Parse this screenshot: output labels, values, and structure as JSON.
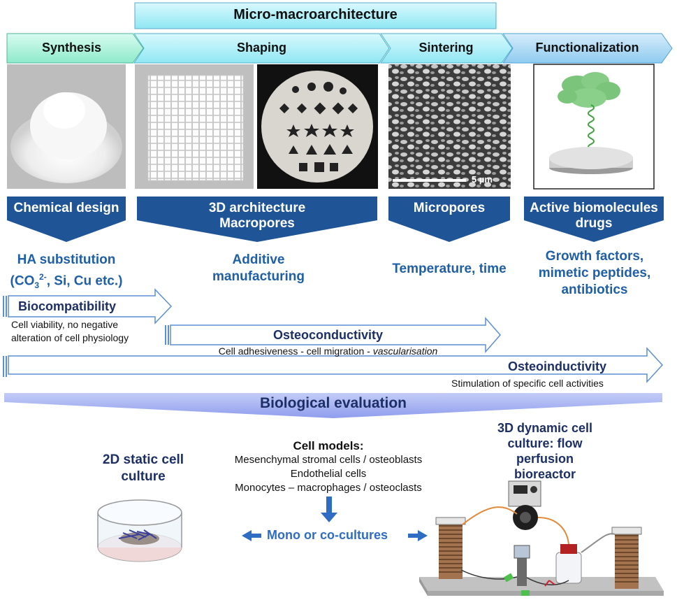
{
  "header": {
    "title": "Micro-macroarchitecture"
  },
  "stages": {
    "synthesis": "Synthesis",
    "shaping": "Shaping",
    "sintering": "Sintering",
    "functionalization": "Functionalization"
  },
  "scale_bar": "5 µm",
  "design_boxes": {
    "chemical": "Chemical design",
    "architecture_line1": "3D architecture",
    "architecture_line2": "Macropores",
    "micropores": "Micropores",
    "biomolecules_line1": "Active biomolecules",
    "biomolecules_line2": "drugs"
  },
  "outcomes": {
    "ha_line1": "HA substitution",
    "ha_co": "(CO",
    "ha_sub": "3",
    "ha_sup": "2-",
    "ha_rest": ", Si, Cu etc.)",
    "additive_line1": "Additive",
    "additive_line2": "manufacturing",
    "temperature": "Temperature, time",
    "growth_line1": "Growth factors,",
    "growth_line2": "mimetic peptides,",
    "growth_line3": "antibiotics"
  },
  "properties": {
    "biocompatibility": "Biocompatibility",
    "biocompat_desc1": "Cell viability, no negative",
    "biocompat_desc2": "alteration of cell physiology",
    "osteoconductivity": "Osteoconductivity",
    "osteocond_desc": "Cell adhesiveness - cell migration - ",
    "osteocond_desc_italic": "vascularisation",
    "osteoinductivity": "Osteoinductivity",
    "osteoind_desc": "Stimulation of specific cell activities"
  },
  "evaluation": {
    "title": "Biological evaluation",
    "static_line1": "2D static cell",
    "static_line2": "culture",
    "cell_models_title": "Cell models:",
    "cell_models": [
      "Mesenchymal stromal cells / osteoblasts",
      "Endothelial cells",
      "Monocytes – macrophages / osteoclasts"
    ],
    "cocultures": "Mono or co-cultures",
    "dynamic_line1": "3D dynamic cell",
    "dynamic_line2": "culture: flow",
    "dynamic_line3": "perfusion",
    "dynamic_line4": "bioreactor"
  },
  "colors": {
    "dark_blue": "#1f5597",
    "text_blue": "#1f5fa6",
    "navy": "#1c2f66",
    "pale_cyan": "#c6f3fa",
    "chevron_cyan": "#9cecf6",
    "lavender": "#a7b4f2",
    "arrow_outline": "#5b8fd4"
  }
}
